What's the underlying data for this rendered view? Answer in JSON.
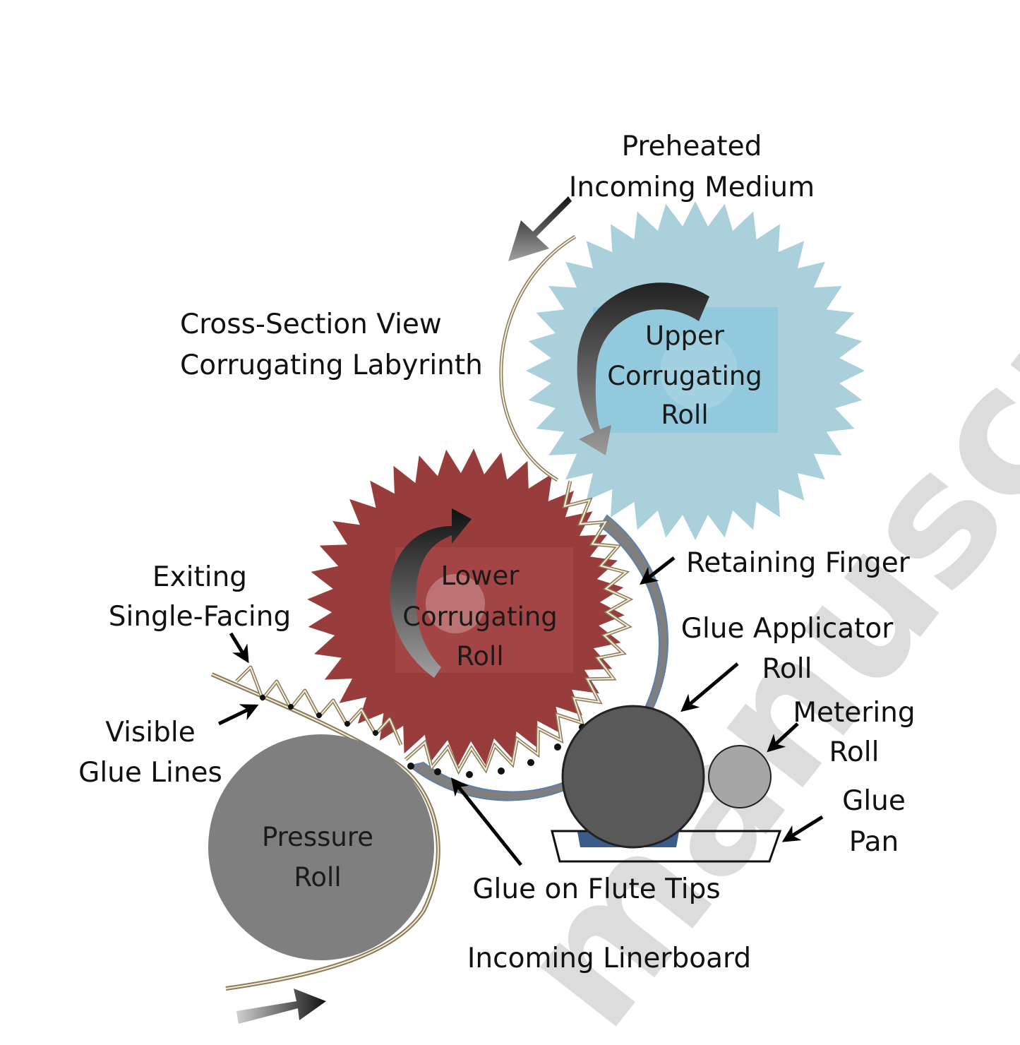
{
  "diagram": {
    "labels": {
      "preheated": "Preheated",
      "incoming_medium": "Incoming Medium",
      "cross_section_view": "Cross-Section View",
      "corrugating_labyrinth": "Corrugating Labyrinth",
      "upper_roll": [
        "Upper",
        "Corrugating",
        "Roll"
      ],
      "lower_roll": [
        "Lower",
        "Corrugating",
        "Roll"
      ],
      "exiting": "Exiting",
      "single_facing": "Single-Facing",
      "retaining_finger": "Retaining Finger",
      "glue_applicator": "Glue Applicator",
      "glue_applicator_roll": "Roll",
      "metering": "Metering",
      "metering_roll": "Roll",
      "visible": "Visible",
      "glue_lines": "Glue Lines",
      "glue": "Glue",
      "pan": "Pan",
      "pressure": "Pressure",
      "pressure_roll": "Roll",
      "glue_on_flute_tips": "Glue on Flute Tips",
      "incoming_linerboard": "Incoming Linerboard"
    },
    "watermark": "manuscript",
    "colors": {
      "upper_roll": "#a9d0db",
      "upper_roll_core": "#8ec8dc",
      "lower_roll": "#993c3c",
      "lower_roll_core": "#a84848",
      "retaining_finger": "#7f7f7f",
      "applicator_roll": "#595959",
      "metering_roll": "#a6a6a6",
      "pressure_roll": "#7f7f7f",
      "glue": "#3b5b88",
      "medium": "#8a7a5a",
      "watermark": "#d9d9d9"
    }
  }
}
